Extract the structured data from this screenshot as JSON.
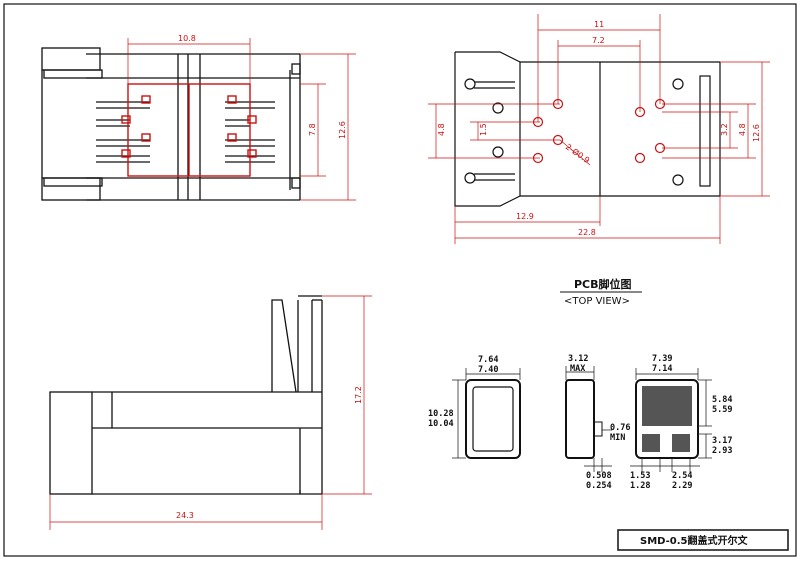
{
  "drawing": {
    "title_pcb": "PCB脚位图",
    "subtitle_view": "<TOP VIEW>",
    "part_name": "SMD-0.5翻盖式开尔文"
  },
  "dims": {
    "front_width": "10.8",
    "front_height": "12.6",
    "front_inner": "7.8",
    "top_span": "11",
    "top_pitch": "7.2",
    "top_left_h": "4.8",
    "top_pad": "1.5",
    "top_hole": "2-Ø0.9",
    "top_inner": "3.2",
    "top_right_h": "4.8",
    "top_total_h": "12.6",
    "top_bottom_a": "12.9",
    "top_bottom_b": "22.8",
    "side_height": "17.2",
    "side_length": "24.3"
  },
  "package": {
    "body_w_max": "7.64",
    "body_w_min": "7.40",
    "body_h_max": "10.28",
    "body_h_min": "10.04",
    "thick_max": "3.12",
    "thick_label": "MAX",
    "lead_min_val": "0.76",
    "lead_min_label": "MIN",
    "lead_t_max": "0.508",
    "lead_t_min": "0.254",
    "pad_w_max": "7.39",
    "pad_w_min": "7.14",
    "pad_big_max": "5.84",
    "pad_big_min": "5.59",
    "pad_small_max": "3.17",
    "pad_small_min": "2.93",
    "pad_sw_max": "1.53",
    "pad_sw_min": "1.28",
    "pad_gap_max": "2.54",
    "pad_gap_min": "2.29"
  },
  "colors": {
    "dimension": "#cc1111",
    "outline": "#111111",
    "pad": "#555555"
  }
}
